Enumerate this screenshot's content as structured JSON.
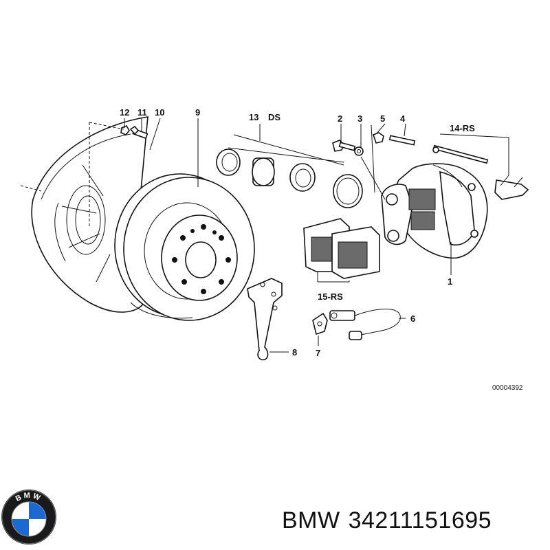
{
  "diagram": {
    "callouts": {
      "p12": "12",
      "p11": "11",
      "p10": "10",
      "p9": "9",
      "p13": "13",
      "ds": "DS",
      "p2": "2",
      "p3": "3",
      "p5": "5",
      "p4": "4",
      "p14rs": "14-RS",
      "p1": "1",
      "p15rs": "15-RS",
      "p6": "6",
      "p7": "7",
      "p8": "8"
    },
    "reference_code": "00004392"
  },
  "logo": {
    "brand_text": "BMW",
    "colors": {
      "blue": "#1c69d4",
      "ring": "#1a1a1a",
      "white": "#ffffff"
    }
  },
  "caption": {
    "brand": "BMW",
    "part_number": "34211151695"
  }
}
